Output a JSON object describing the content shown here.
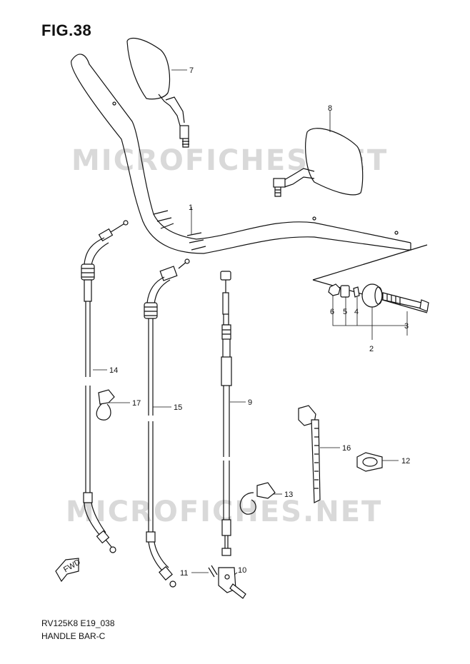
{
  "figure": {
    "title": "FIG.38",
    "model_code": "RV125K8 E19_038",
    "part_name": "HANDLE BAR-C"
  },
  "watermark": {
    "text": "MICROFICHES.NET"
  },
  "callouts": [
    "1",
    "2",
    "3",
    "4",
    "5",
    "6",
    "7",
    "8",
    "9",
    "10",
    "11",
    "12",
    "13",
    "14",
    "15",
    "16",
    "17"
  ],
  "badge": {
    "text": "FWD"
  }
}
